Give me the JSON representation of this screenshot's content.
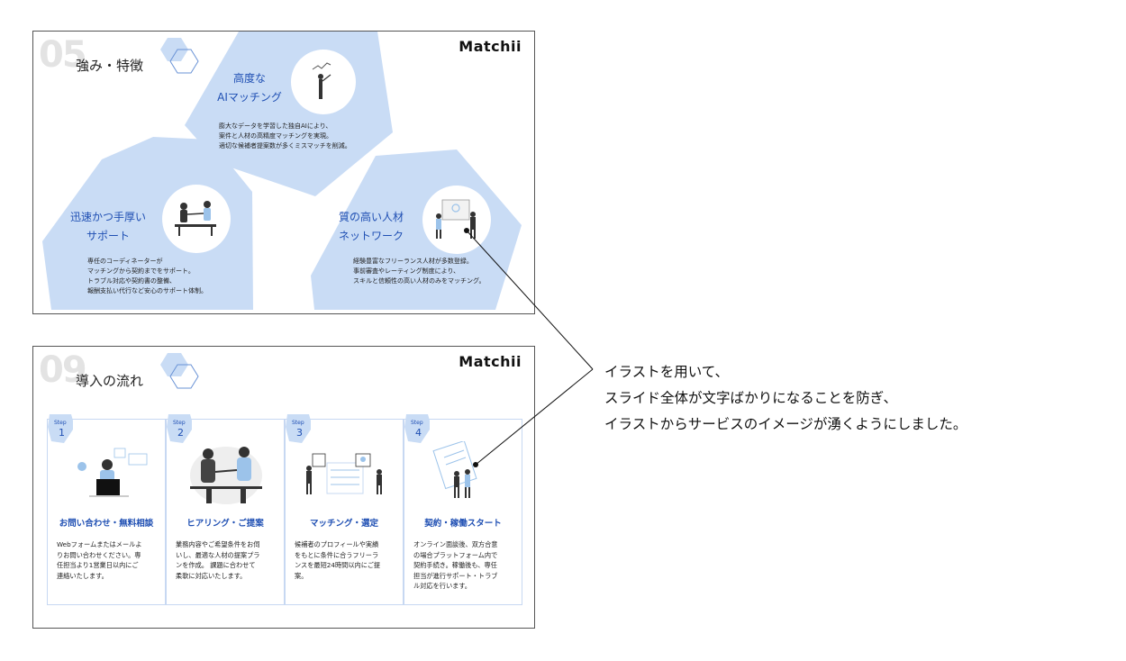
{
  "slide_top": {
    "section_number": "05",
    "section_title": "強み・特徴",
    "brand": "Matchii",
    "features": [
      {
        "title": "高度な\nAIマッチング",
        "description": "膨大なデータを学習した独自AIにより、\n案件と人材の高精度マッチングを実現。\n適切な候補者提案数が多くミスマッチを削減。"
      },
      {
        "title": "迅速かつ手厚い\nサポート",
        "description": "専任のコーディネーターが\nマッチングから契約までをサポート。\nトラブル対応や契約書の整備、\n報酬支払い代行など安心のサポート体制。"
      },
      {
        "title": "質の高い人材\nネットワーク",
        "description": "経験豊富なフリーランス人材が多数登録。\n事前審査やレーティング制度により、\nスキルと信頼性の高い人材のみをマッチング。"
      }
    ]
  },
  "slide_bottom": {
    "section_number": "09",
    "section_title": "導入の流れ",
    "brand": "Matchii",
    "step_word": "Step",
    "steps": [
      {
        "number": "1",
        "title": "お問い合わせ・無料相談",
        "description": "Webフォームまたはメールよ\nりお問い合わせください。専\n任担当より1営業日以内にご\n連絡いたします。"
      },
      {
        "number": "2",
        "title": "ヒアリング・ご提案",
        "description": "業務内容やご希望条件をお伺\nいし、最適な人材の提案プラ\nンを作成。 課題に合わせて\n柔軟に対応いたします。"
      },
      {
        "number": "3",
        "title": "マッチング・選定",
        "description": "候補者のプロフィールや実績\nをもとに条件に合うフリーラ\nンスを最短24時間以内にご提\n案。"
      },
      {
        "number": "4",
        "title": "契約・稼働スタート",
        "description": "オンライン面談後、双方合意\nの場合プラットフォーム内で\n契約手続き。稼働後も、専任\n担当が進行サポート・トラブ\nル対応を行います。"
      }
    ]
  },
  "annotation": {
    "text": "イラストを用いて、\nスライド全体が文字ばかりになることを防ぎ、\nイラストからサービスのイメージが湧くようにしました。"
  },
  "colors": {
    "hex_fill": "#c9dcf5",
    "accent_blue": "#1f4fb3",
    "step_border": "#c7d8f2"
  }
}
